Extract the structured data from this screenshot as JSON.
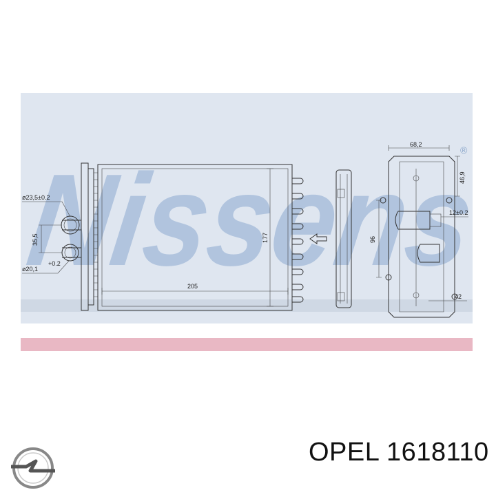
{
  "watermark": {
    "text": "Nissens",
    "color": "#a9bfdc"
  },
  "colors": {
    "band": "#dfe6f0",
    "stripe": "#e9b8c4",
    "line": "#333333"
  },
  "dimensions": {
    "d_inlet": "ø23,5±0.2",
    "d_outlet": "ø20,1",
    "d_outlet_tol": "+0.2",
    "pitch": "35,5",
    "width": "205",
    "height": "177",
    "flange_width": "68,2",
    "flange_top": "46,9",
    "flange_height": "96",
    "tube": "12±0.2",
    "flange_bottom": "42"
  },
  "brand_logo": "opel-logo-icon",
  "caption": {
    "brand": "OPEL",
    "part_number": "1618110"
  }
}
